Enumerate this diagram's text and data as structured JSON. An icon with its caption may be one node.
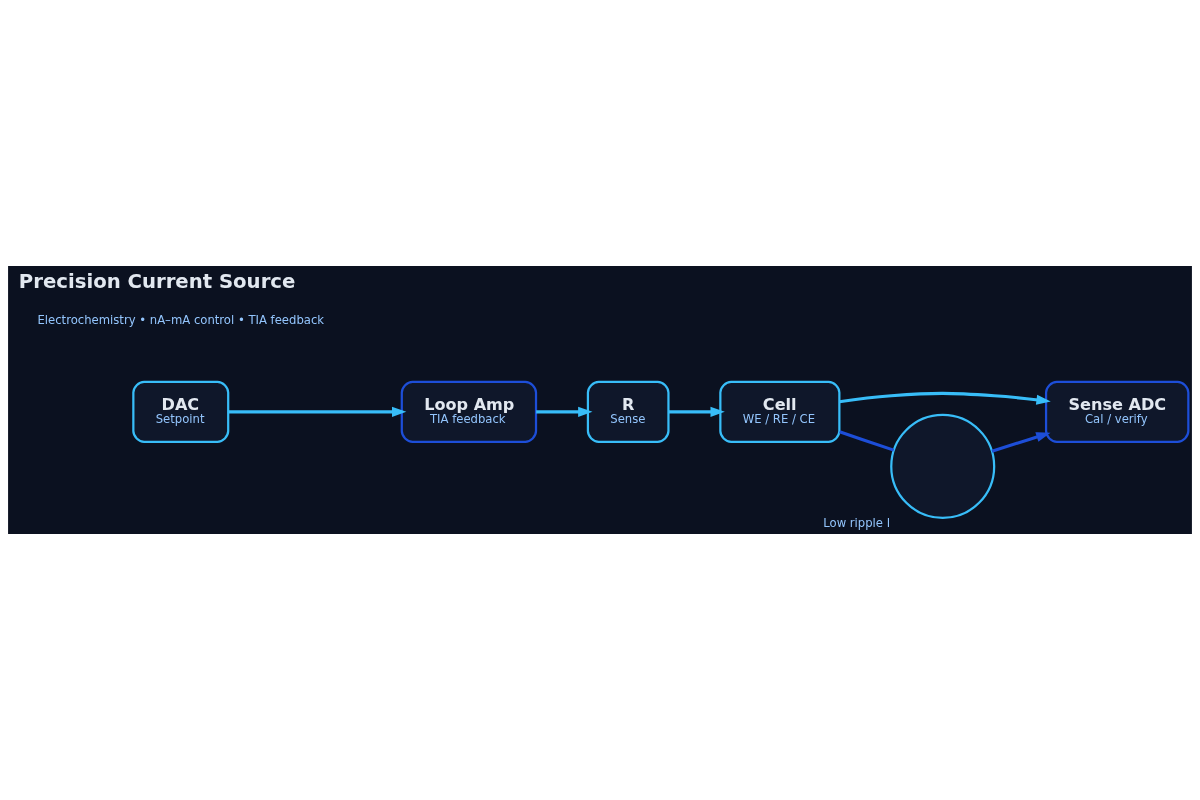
{
  "diagram": {
    "title": "Precision Current Source",
    "nodes": [
      {
        "text": [
          "DAC",
          "Setpoint"
        ]
      },
      {
        "text": [
          "Loop Amp",
          "TIA feedback"
        ]
      },
      {
        "text": [
          "R",
          "Sense"
        ]
      },
      {
        "text": [
          "Cell",
          "WE / RE / CE"
        ]
      },
      {
        "text": [
          "Sense ADC",
          "Cal / verify"
        ]
      },
      {
        "text": [],
        "shape": "circle",
        "beside": [
          "Low ripple I"
        ]
      }
    ],
    "edges": [
      {
        "from": 0,
        "to": 1,
        "arrow": "to"
      },
      {
        "from": 1,
        "to": 2,
        "arrow": "to"
      },
      {
        "from": 2,
        "to": 3,
        "arrow": "to"
      },
      {
        "from": 3,
        "to": 4,
        "arrow": "to"
      },
      {
        "from": 3,
        "to": 5,
        "arrow": "none",
        "color": "#1d4ed8"
      },
      {
        "from": 5,
        "to": 4,
        "arrow": "to",
        "color": "#1d4ed8"
      }
    ],
    "labels": [
      "Electrochemistry • nA–mA control • TIA feedback"
    ]
  }
}
